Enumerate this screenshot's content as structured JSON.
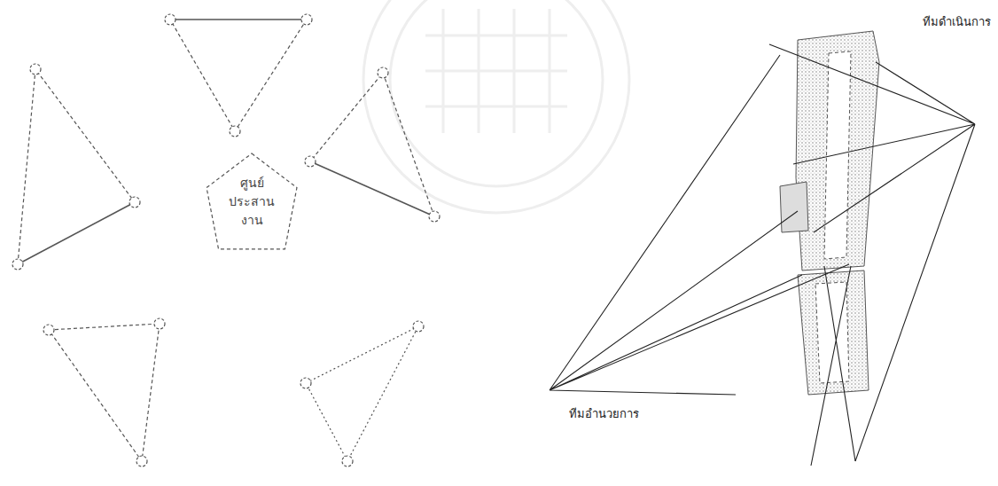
{
  "diagram": {
    "nodes": [
      {
        "text": [
          "ศูนย์ ประสาน งาน"
        ]
      }
    ],
    "labels": [
      "ทีมดำเนินการ",
      "ทีมอำนวยการ"
    ]
  }
}
